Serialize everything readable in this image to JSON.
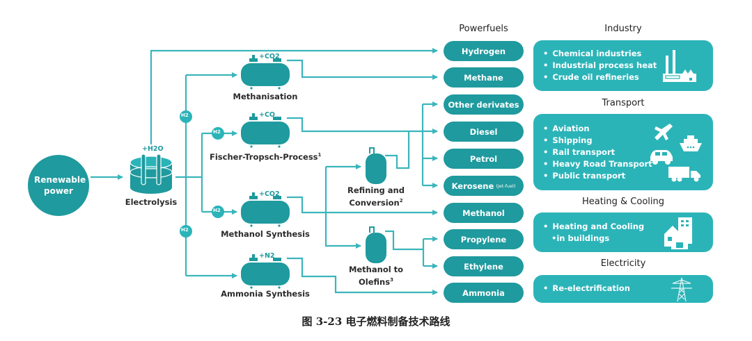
{
  "source": {
    "label": "Renewable power"
  },
  "electrolysis": {
    "label": "Electrolysis",
    "input": "+H2O"
  },
  "carrier_badge": "H2",
  "processes": [
    {
      "id": "methanisation",
      "label": "Methanisation",
      "input": "+CO2",
      "footnote": ""
    },
    {
      "id": "fischer-tropsch",
      "label": "Fischer-Tropsch-Process",
      "input": "+CO",
      "footnote": "1"
    },
    {
      "id": "methanol-synthesis",
      "label": "Methanol Synthesis",
      "input": "+CO2",
      "footnote": ""
    },
    {
      "id": "ammonia-synthesis",
      "label": "Ammonia Synthesis",
      "input": "+N2",
      "footnote": ""
    }
  ],
  "secondary_processes": [
    {
      "id": "refining",
      "label_line1": "Refining and",
      "label_line2": "Conversion",
      "footnote": "2"
    },
    {
      "id": "mto",
      "label_line1": "Methanol to",
      "label_line2": "Olefins",
      "footnote": "3"
    }
  ],
  "powerfuels": {
    "heading": "Powerfuels",
    "items": [
      {
        "label": "Hydrogen",
        "note": ""
      },
      {
        "label": "Methane",
        "note": ""
      },
      {
        "label": "Other derivates",
        "note": ""
      },
      {
        "label": "Diesel",
        "note": ""
      },
      {
        "label": "Petrol",
        "note": ""
      },
      {
        "label": "Kerosene",
        "note": "(Jet-fuel)"
      },
      {
        "label": "Methanol",
        "note": ""
      },
      {
        "label": "Propylene",
        "note": ""
      },
      {
        "label": "Ethylene",
        "note": ""
      },
      {
        "label": "Ammonia",
        "note": ""
      }
    ]
  },
  "sectors": [
    {
      "heading": "Industry",
      "icon": "factory-icon",
      "items": [
        "Chemical industries",
        "Industrial process heat",
        "Crude oil refineries"
      ]
    },
    {
      "heading": "Transport",
      "icon": "vehicles-icon",
      "items": [
        "Aviation",
        "Shipping",
        "Rail transport",
        "Heavy Road Transport",
        "Public transport"
      ]
    },
    {
      "heading": "Heating & Cooling",
      "icon": "buildings-icon",
      "items": [
        "Heating and Cooling",
        "in buildings"
      ]
    },
    {
      "heading": "Electricity",
      "icon": "power-pylon-icon",
      "items": [
        "Re-electrification"
      ]
    }
  ],
  "caption": "图 3-23 电子燃料制备技术路线",
  "colors": {
    "teal_dark": "#1f9a9e",
    "teal_light": "#2bb4b8",
    "line": "#3ab5bb"
  }
}
